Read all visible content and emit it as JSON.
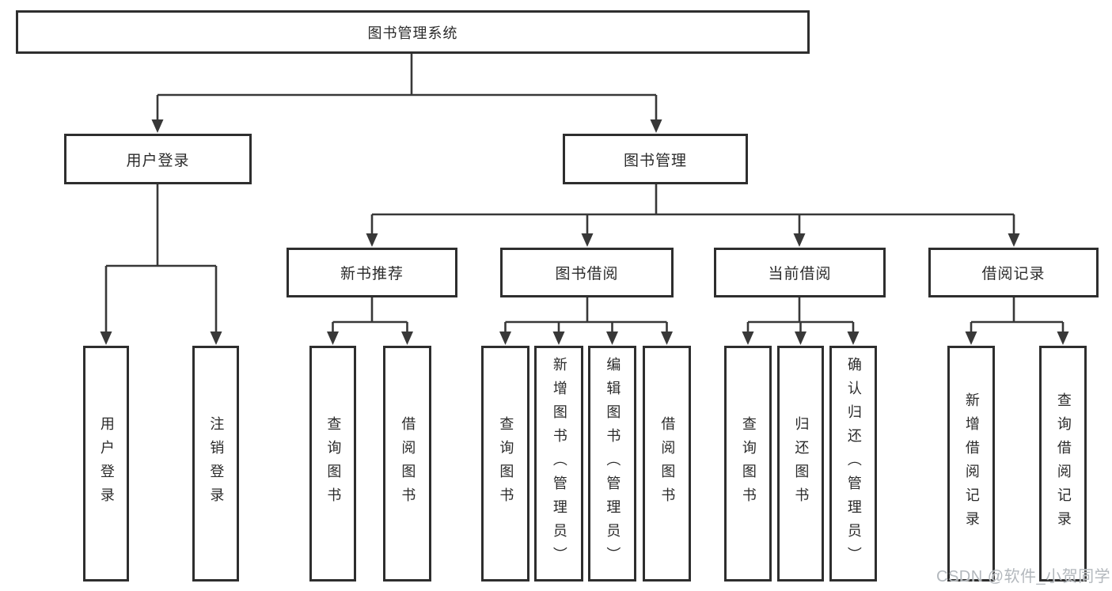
{
  "watermark": "CSDN @软件_小贺同学",
  "colors": {
    "line": "#383838",
    "box-border": "#2e2e2e",
    "text": "#2b2b2b",
    "watermark": "#b3b8bd",
    "background": "#ffffff"
  },
  "tree": {
    "label": "图书管理系统",
    "children": [
      {
        "label": "用户登录",
        "children": [
          {
            "label": "用户登录"
          },
          {
            "label": "注销登录"
          }
        ]
      },
      {
        "label": "图书管理",
        "children": [
          {
            "label": "新书推荐",
            "children": [
              {
                "label": "查询图书"
              },
              {
                "label": "借阅图书"
              }
            ]
          },
          {
            "label": "图书借阅",
            "children": [
              {
                "label": "查询图书"
              },
              {
                "label": "新增图书（管理员）"
              },
              {
                "label": "编辑图书（管理员）"
              },
              {
                "label": "借阅图书"
              }
            ]
          },
          {
            "label": "当前借阅",
            "children": [
              {
                "label": "查询图书"
              },
              {
                "label": "归还图书"
              },
              {
                "label": "确认归还（管理员）"
              }
            ]
          },
          {
            "label": "借阅记录",
            "children": [
              {
                "label": "新增借阅记录"
              },
              {
                "label": "查询借阅记录"
              }
            ]
          }
        ]
      }
    ]
  }
}
